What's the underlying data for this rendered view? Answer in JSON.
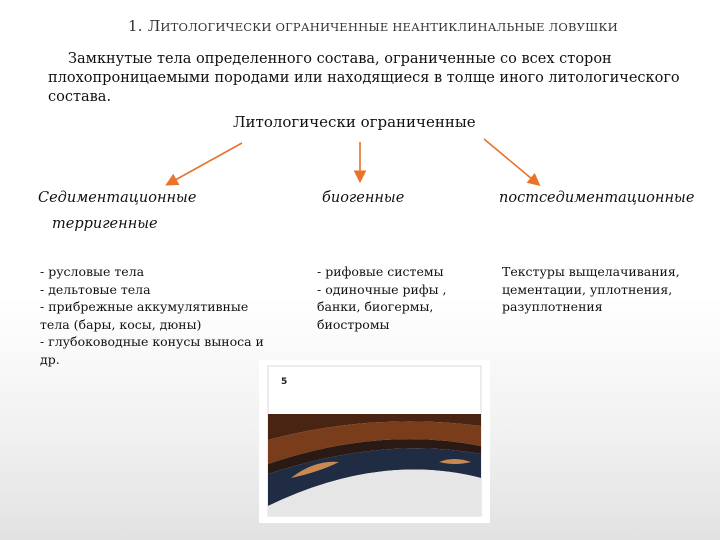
{
  "slide": {
    "title_num": "1.",
    "title_first_letter": "Л",
    "title_rest": "итологически ограниченные неантиклинальные ловушки",
    "intro_lines": [
      "Замкнутые тела определенного состава, ограниченные со всех сторон",
      "плохопроницаемыми породами или находящиеся в толще иного литологического",
      "состава."
    ],
    "subtitle": "Литологически ограниченные"
  },
  "categories": {
    "sedimentation": "Седиментационные",
    "terrigenous": "терригенные",
    "biogenic": "биогенные",
    "post_sedimentation": "постседиментационные"
  },
  "lists": {
    "sedimentation": [
      "- русловые тела",
      "- дельтовые тела",
      "- прибрежные аккумулятивные",
      "тела (бары, косы, дюны)",
      "- глубоководные конусы выноса  и",
      "др."
    ],
    "biogenic": [
      "- рифовые системы",
      "- одиночные рифы ,",
      "банки, биогермы,",
      "биостромы"
    ],
    "post_sedimentation": [
      "Текстуры выщелачивания,",
      "цементации, уплотнения,",
      "разуплотнения"
    ]
  },
  "figure": {
    "label": "5"
  },
  "colors": {
    "arrow": "#e8732a",
    "layer_dark_brown": "#4a2412",
    "layer_brown": "#7a3d1c",
    "layer_navy": "#1f2c44",
    "lens": "#c98a52"
  }
}
